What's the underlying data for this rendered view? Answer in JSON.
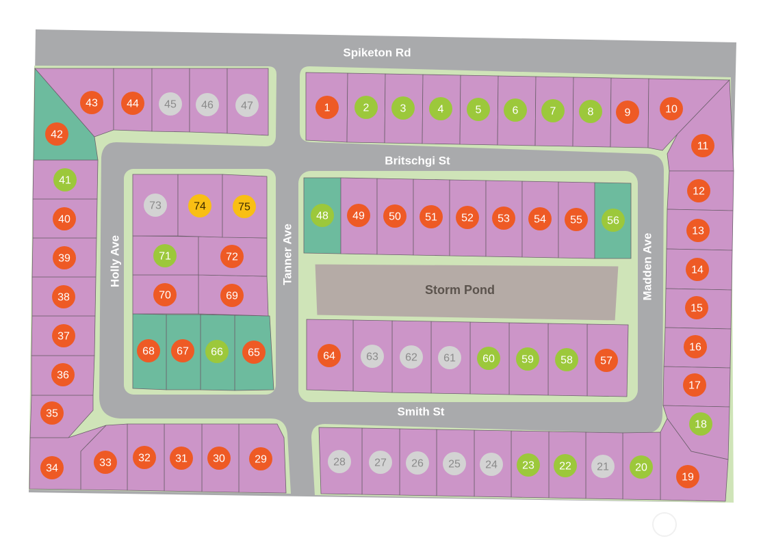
{
  "colors": {
    "road": "#a9aaac",
    "edge": "#cfe4b8",
    "lot": "#cc95c8",
    "open_space": "#6dbb9e",
    "pond": "#b5aba6",
    "lot_line": "#6b5f6b",
    "status_sold": "#ee5a25",
    "status_available": "#9cc83b",
    "status_unreleased": "#d3d3d3",
    "status_pending": "#f9bf14"
  },
  "streets": {
    "spiketon": "Spiketon Rd",
    "britschgi": "Britschgi St",
    "smith": "Smith St",
    "holly": "Holly Ave",
    "tanner": "Tanner Ave",
    "madden": "Madden Ave"
  },
  "pond": {
    "label": "Storm Pond"
  },
  "lots": [
    {
      "n": "1",
      "s": "sold"
    },
    {
      "n": "2",
      "s": "available"
    },
    {
      "n": "3",
      "s": "available"
    },
    {
      "n": "4",
      "s": "available"
    },
    {
      "n": "5",
      "s": "available"
    },
    {
      "n": "6",
      "s": "available"
    },
    {
      "n": "7",
      "s": "available"
    },
    {
      "n": "8",
      "s": "available"
    },
    {
      "n": "9",
      "s": "sold"
    },
    {
      "n": "10",
      "s": "sold"
    },
    {
      "n": "11",
      "s": "sold"
    },
    {
      "n": "12",
      "s": "sold"
    },
    {
      "n": "13",
      "s": "sold"
    },
    {
      "n": "14",
      "s": "sold"
    },
    {
      "n": "15",
      "s": "sold"
    },
    {
      "n": "16",
      "s": "sold"
    },
    {
      "n": "17",
      "s": "sold"
    },
    {
      "n": "18",
      "s": "available"
    },
    {
      "n": "19",
      "s": "sold"
    },
    {
      "n": "20",
      "s": "available"
    },
    {
      "n": "21",
      "s": "unreleased"
    },
    {
      "n": "22",
      "s": "available"
    },
    {
      "n": "23",
      "s": "available"
    },
    {
      "n": "24",
      "s": "unreleased"
    },
    {
      "n": "25",
      "s": "unreleased"
    },
    {
      "n": "26",
      "s": "unreleased"
    },
    {
      "n": "27",
      "s": "unreleased"
    },
    {
      "n": "28",
      "s": "unreleased"
    },
    {
      "n": "29",
      "s": "sold"
    },
    {
      "n": "30",
      "s": "sold"
    },
    {
      "n": "31",
      "s": "sold"
    },
    {
      "n": "32",
      "s": "sold"
    },
    {
      "n": "33",
      "s": "sold"
    },
    {
      "n": "34",
      "s": "sold"
    },
    {
      "n": "35",
      "s": "sold"
    },
    {
      "n": "36",
      "s": "sold"
    },
    {
      "n": "37",
      "s": "sold"
    },
    {
      "n": "38",
      "s": "sold"
    },
    {
      "n": "39",
      "s": "sold"
    },
    {
      "n": "40",
      "s": "sold"
    },
    {
      "n": "41",
      "s": "available"
    },
    {
      "n": "42",
      "s": "sold"
    },
    {
      "n": "43",
      "s": "sold"
    },
    {
      "n": "44",
      "s": "sold"
    },
    {
      "n": "45",
      "s": "unreleased"
    },
    {
      "n": "46",
      "s": "unreleased"
    },
    {
      "n": "47",
      "s": "unreleased"
    },
    {
      "n": "48",
      "s": "available"
    },
    {
      "n": "49",
      "s": "sold"
    },
    {
      "n": "50",
      "s": "sold"
    },
    {
      "n": "51",
      "s": "sold"
    },
    {
      "n": "52",
      "s": "sold"
    },
    {
      "n": "53",
      "s": "sold"
    },
    {
      "n": "54",
      "s": "sold"
    },
    {
      "n": "55",
      "s": "sold"
    },
    {
      "n": "56",
      "s": "available"
    },
    {
      "n": "57",
      "s": "sold"
    },
    {
      "n": "58",
      "s": "available"
    },
    {
      "n": "59",
      "s": "available"
    },
    {
      "n": "60",
      "s": "available"
    },
    {
      "n": "61",
      "s": "unreleased"
    },
    {
      "n": "62",
      "s": "unreleased"
    },
    {
      "n": "63",
      "s": "unreleased"
    },
    {
      "n": "64",
      "s": "sold"
    },
    {
      "n": "65",
      "s": "sold"
    },
    {
      "n": "66",
      "s": "available"
    },
    {
      "n": "67",
      "s": "sold"
    },
    {
      "n": "68",
      "s": "sold"
    },
    {
      "n": "69",
      "s": "sold"
    },
    {
      "n": "70",
      "s": "sold"
    },
    {
      "n": "71",
      "s": "available"
    },
    {
      "n": "72",
      "s": "sold"
    },
    {
      "n": "73",
      "s": "unreleased"
    },
    {
      "n": "74",
      "s": "pending"
    },
    {
      "n": "75",
      "s": "pending"
    }
  ]
}
